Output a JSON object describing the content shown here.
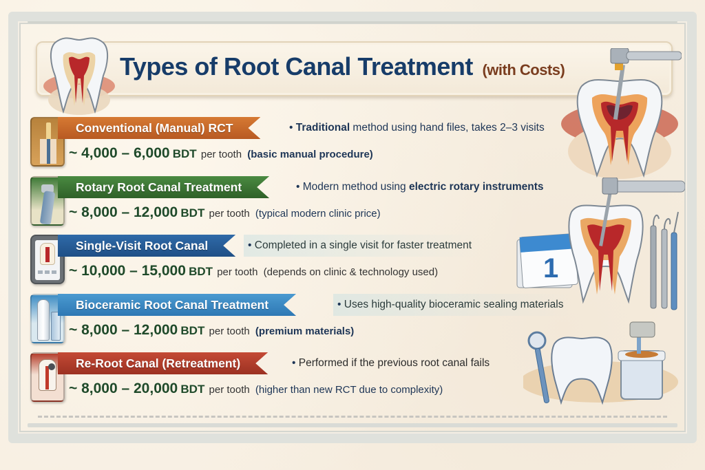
{
  "header": {
    "title": "Types of Root Canal Treatment",
    "subtitle": "(with Costs)"
  },
  "colors": {
    "title": "#173c69",
    "subtitle": "#7a3d1f",
    "price": "#1f4a2a",
    "ribbon_orange": "#c9692a",
    "ribbon_green": "#3f7a38",
    "ribbon_blue_dark": "#2a5f9e",
    "ribbon_blue_light": "#3e8dc4",
    "ribbon_red": "#b5402e"
  },
  "treatments": [
    {
      "name": "Conventional (Manual) RCT",
      "description_bold": "Traditional",
      "description_rest": " method using hand files, takes 2–3 visits",
      "price_range": "~ 4,000 – 6,000",
      "currency": "BDT",
      "unit": "per tooth",
      "note": "(basic manual procedure)",
      "icon": "hand-file-icon"
    },
    {
      "name": "Rotary Root Canal Treatment",
      "description_rest": "Modern method using ",
      "description_bold": "electric rotary instruments",
      "price_range": "~ 8,000 – 12,000",
      "currency": "BDT",
      "unit": "per tooth",
      "note": "(typical modern clinic price)",
      "icon": "rotary-handpiece-icon"
    },
    {
      "name": "Single-Visit Root Canal",
      "description_rest": "Completed in a single visit for faster treatment",
      "price_range": "~ 10,000 – 15,000",
      "currency": "BDT",
      "unit": "per tooth",
      "note": "(depends on clinic & technology used)",
      "icon": "tooth-tablet-icon"
    },
    {
      "name": "Bioceramic Root Canal Treatment",
      "description_rest": "Uses high-quality bioceramic sealing materials",
      "price_range": "~ 8,000 – 12,000",
      "currency": "BDT",
      "unit": "per tooth",
      "note": "(premium materials)",
      "icon": "bioceramic-vials-icon"
    },
    {
      "name": "Re-Root Canal (Retreatment)",
      "description_rest": "Performed if the previous root canal fails",
      "price_range": "~ 8,000 – 20,000",
      "currency": "BDT",
      "unit": "per tooth",
      "note": "(higher than new RCT due to complexity)",
      "icon": "retreatment-tooth-icon"
    }
  ],
  "illustrations": {
    "calendar_day": "1"
  },
  "bullet": "•"
}
